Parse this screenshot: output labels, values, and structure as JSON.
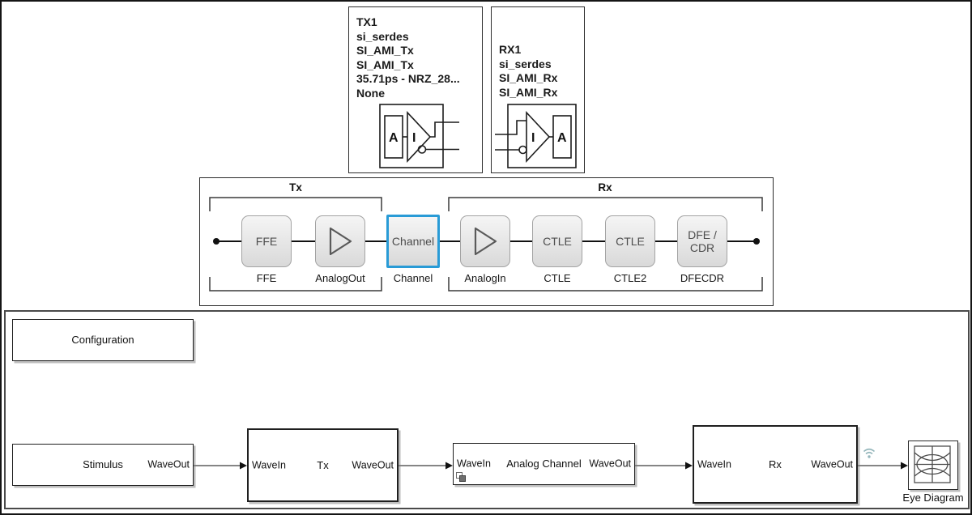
{
  "colors": {
    "selected_block_border": "#299bd6",
    "wifi_badge": "#96b7bc",
    "block_gradient_top": "#f5f5f5",
    "block_gradient_bottom": "#d9d9d9"
  },
  "tx1_block": {
    "lines": [
      "TX1",
      "si_serdes",
      "SI_AMI_Tx",
      "SI_AMI_Tx",
      "35.71ps - NRZ_28...",
      "None"
    ],
    "icon_letters": {
      "analog": "A",
      "impl": "I"
    }
  },
  "rx1_block": {
    "lines": [
      "RX1",
      "si_serdes",
      "SI_AMI_Rx",
      "SI_AMI_Rx"
    ],
    "icon_letters": {
      "analog": "A",
      "impl": "I"
    }
  },
  "chain": {
    "tx_section_label": "Tx",
    "rx_section_label": "Rx",
    "blocks": [
      {
        "text": "FFE",
        "label": "FFE"
      },
      {
        "text": "",
        "label": "AnalogOut",
        "icon": "triangle-buffer"
      },
      {
        "text": "Channel",
        "label": "Channel",
        "selected": true
      },
      {
        "text": "",
        "label": "AnalogIn",
        "icon": "triangle-buffer"
      },
      {
        "text": "CTLE",
        "label": "CTLE"
      },
      {
        "text": "CTLE",
        "label": "CTLE2"
      },
      {
        "text_top": "DFE /",
        "text_bottom": "CDR",
        "label": "DFECDR"
      }
    ]
  },
  "model": {
    "configuration_label": "Configuration",
    "stimulus": {
      "name": "Stimulus",
      "out_port": "WaveOut"
    },
    "tx": {
      "in_port": "WaveIn",
      "name": "Tx",
      "out_port": "WaveOut"
    },
    "analog_channel": {
      "in_port": "WaveIn",
      "name": "Analog Channel",
      "out_port": "WaveOut"
    },
    "rx": {
      "in_port": "WaveIn",
      "name": "Rx",
      "out_port": "WaveOut"
    },
    "eye_diagram_label": "Eye Diagram"
  }
}
